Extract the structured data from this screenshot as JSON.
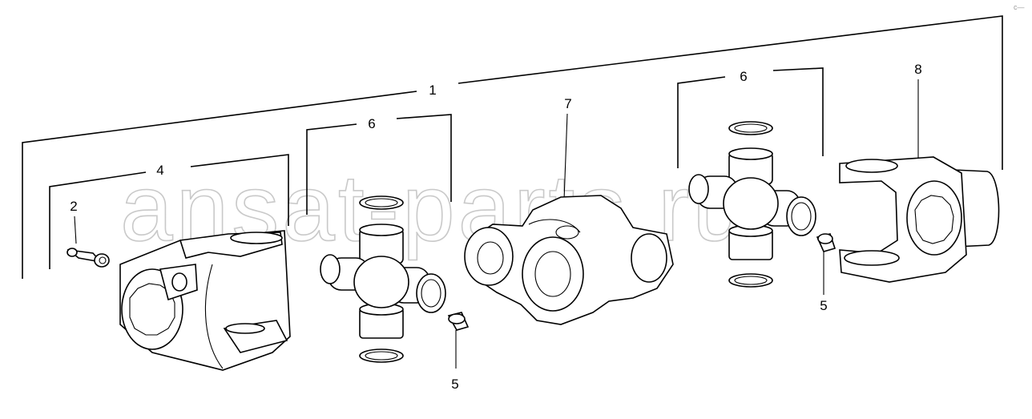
{
  "watermark": "ansat-parts.ru",
  "corner_mark": "c—",
  "callouts": {
    "assembly": "1",
    "bolt": "2",
    "slip_yoke": "4",
    "fitting_left": "5",
    "fitting_right": "5",
    "cross_left": "6",
    "cross_right": "6",
    "center_yoke": "7",
    "end_yoke": "8"
  }
}
